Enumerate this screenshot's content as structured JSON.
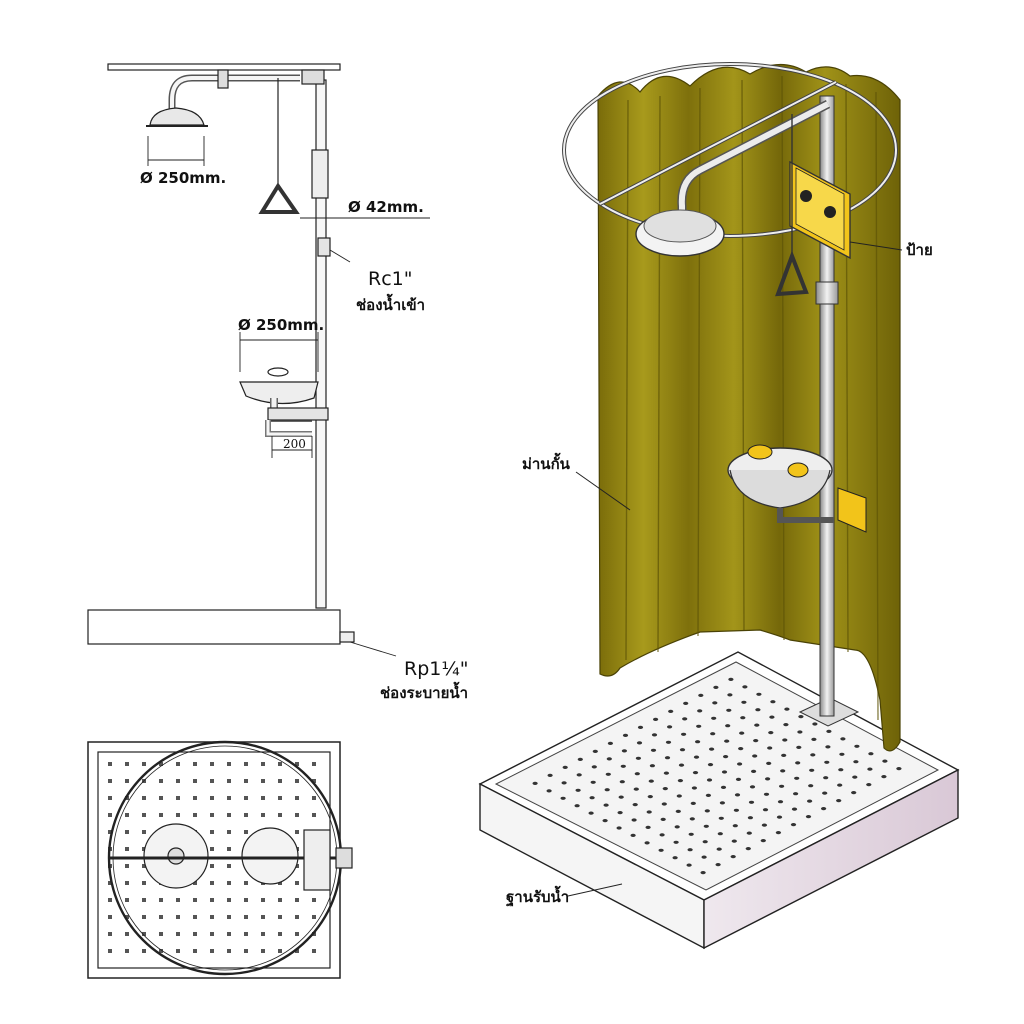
{
  "side_view": {
    "shower_head_diameter": "Ø 250mm.",
    "pipe_diameter": "Ø 42mm.",
    "inlet_code": "Rc1\"",
    "inlet_label": "ช่องน้ำเข้า",
    "eyewash_diameter": "Ø 250mm.",
    "eyewash_offset": "200",
    "drain_code": "Rp1¼\"",
    "drain_label": "ช่องระบายน้ำ"
  },
  "iso_view": {
    "sign_label": "ป้าย",
    "curtain_label": "ม่านกั้น",
    "tray_label": "ฐานรับน้ำ",
    "curtain_color": "#9a8a14",
    "curtain_dark_color": "#6e6208",
    "safety_yellow": "#f2c41a"
  }
}
